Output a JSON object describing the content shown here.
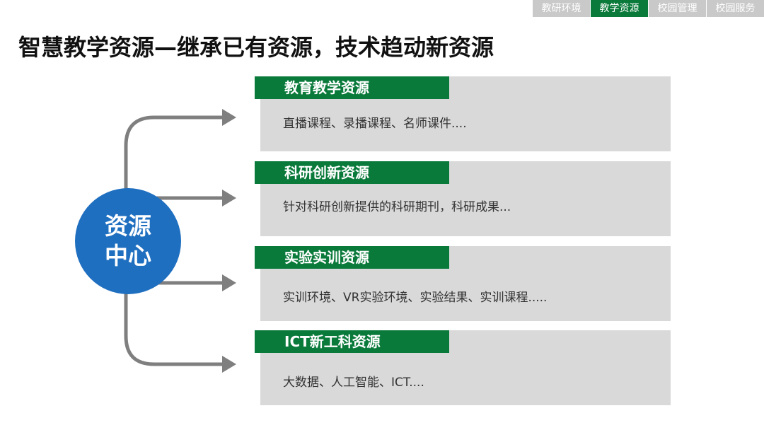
{
  "nav": {
    "items": [
      {
        "label": "教研环境",
        "active": false
      },
      {
        "label": "教学资源",
        "active": true
      },
      {
        "label": "校园管理",
        "active": false
      },
      {
        "label": "校园服务",
        "active": false
      }
    ]
  },
  "title": "智慧教学资源—继承已有资源，技术趋动新资源",
  "hub": {
    "line1": "资源",
    "line2": "中心"
  },
  "resources": [
    {
      "title": "教育教学资源",
      "description": "直播课程、录播课程、名师课件...."
    },
    {
      "title": "科研创新资源",
      "description": "针对科研创新提供的科研期刊，科研成果..."
    },
    {
      "title": "实验实训资源",
      "description": "实训环境、VR实验环境、实验结果、实训课程....."
    },
    {
      "title": "ICT新工科资源",
      "description": "大数据、人工智能、ICT...."
    }
  ],
  "colors": {
    "accent_green": "#0a7a3b",
    "hub_blue": "#1f6fc0",
    "panel_gray": "#d9d9d9",
    "arrow_gray": "#7f7f7f"
  }
}
